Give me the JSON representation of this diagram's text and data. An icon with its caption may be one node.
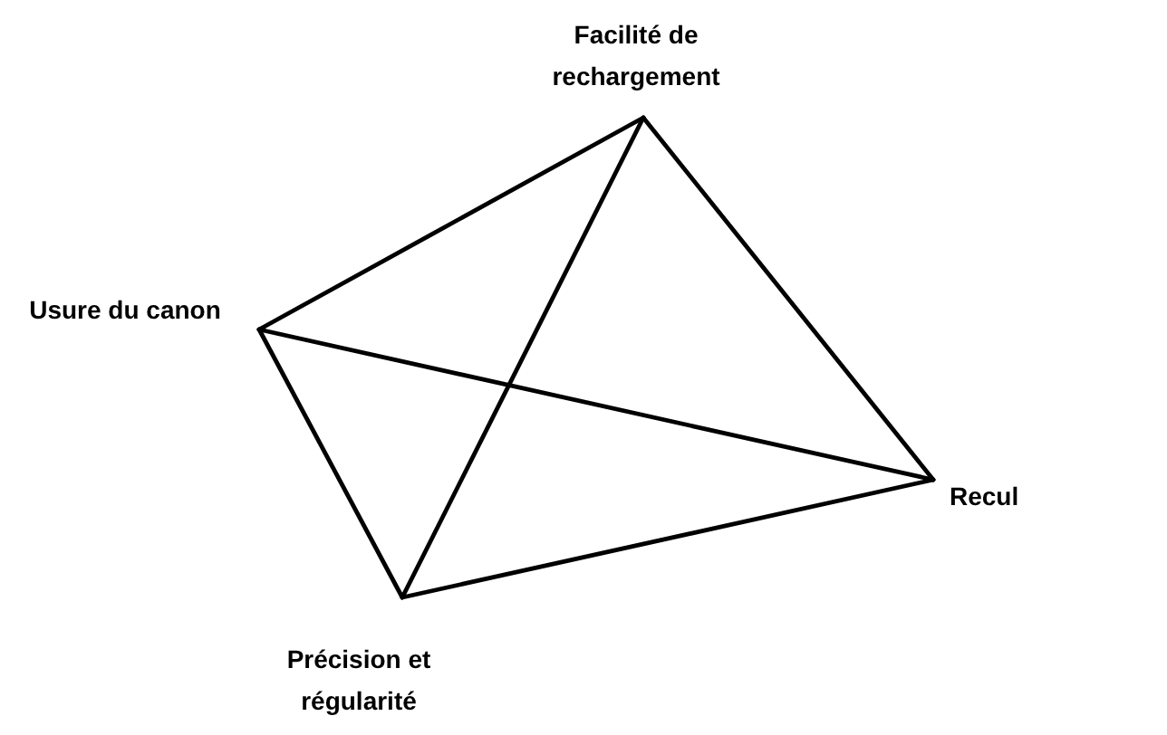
{
  "diagram": {
    "nodes": [
      {
        "text": [
          "Facilité de rechargement"
        ]
      },
      {
        "text": [
          "Usure du canon"
        ]
      },
      {
        "text": [
          "Recul"
        ]
      },
      {
        "text": [
          "Précision et régularité"
        ]
      }
    ],
    "edges": [
      {
        "from": 0,
        "to": 1,
        "arrow": "none"
      },
      {
        "from": 0,
        "to": 2,
        "arrow": "none"
      },
      {
        "from": 0,
        "to": 3,
        "arrow": "none"
      },
      {
        "from": 1,
        "to": 3,
        "arrow": "none"
      },
      {
        "from": 1,
        "to": 2,
        "arrow": "none"
      },
      {
        "from": 3,
        "to": 2,
        "arrow": "none"
      }
    ]
  }
}
